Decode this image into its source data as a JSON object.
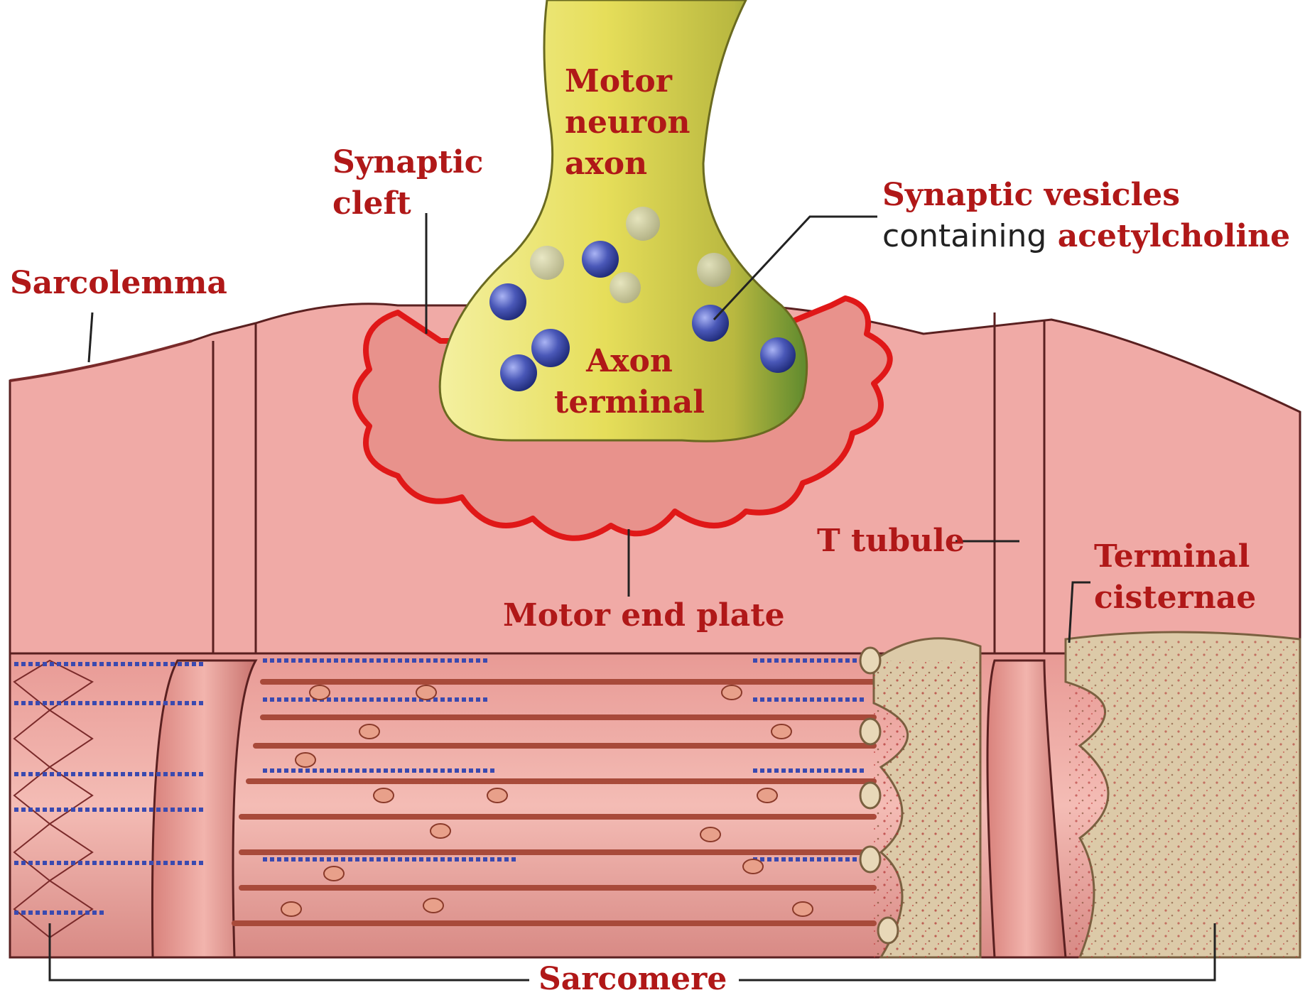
{
  "labels": {
    "motor_neuron_axon": [
      "Motor",
      "neuron",
      "axon"
    ],
    "synaptic_cleft": [
      "Synaptic",
      "cleft"
    ],
    "synaptic_vesicles": "Synaptic vesicles",
    "containing": "containing",
    "acetylcholine": "acetylcholine",
    "sarcolemma": "Sarcolemma",
    "axon_terminal": [
      "Axon",
      "terminal"
    ],
    "t_tubule": "T tubule",
    "terminal_cisternae": [
      "Terminal",
      "cisternae"
    ],
    "motor_end_plate": "Motor end plate",
    "sarcomere": "Sarcomere"
  },
  "colors": {
    "label_red": "#b01818",
    "muscle_pink": "#e8a09c",
    "muscle_light": "#f2b8b2",
    "axon_yellow": "#e8e070",
    "axon_green": "#7a9a3a",
    "membrane_red": "#e02020",
    "vesicle_blue": "#4a5ab8",
    "reticulum_beige": "#d9c8a8",
    "myofibril": "#c86a5a"
  }
}
